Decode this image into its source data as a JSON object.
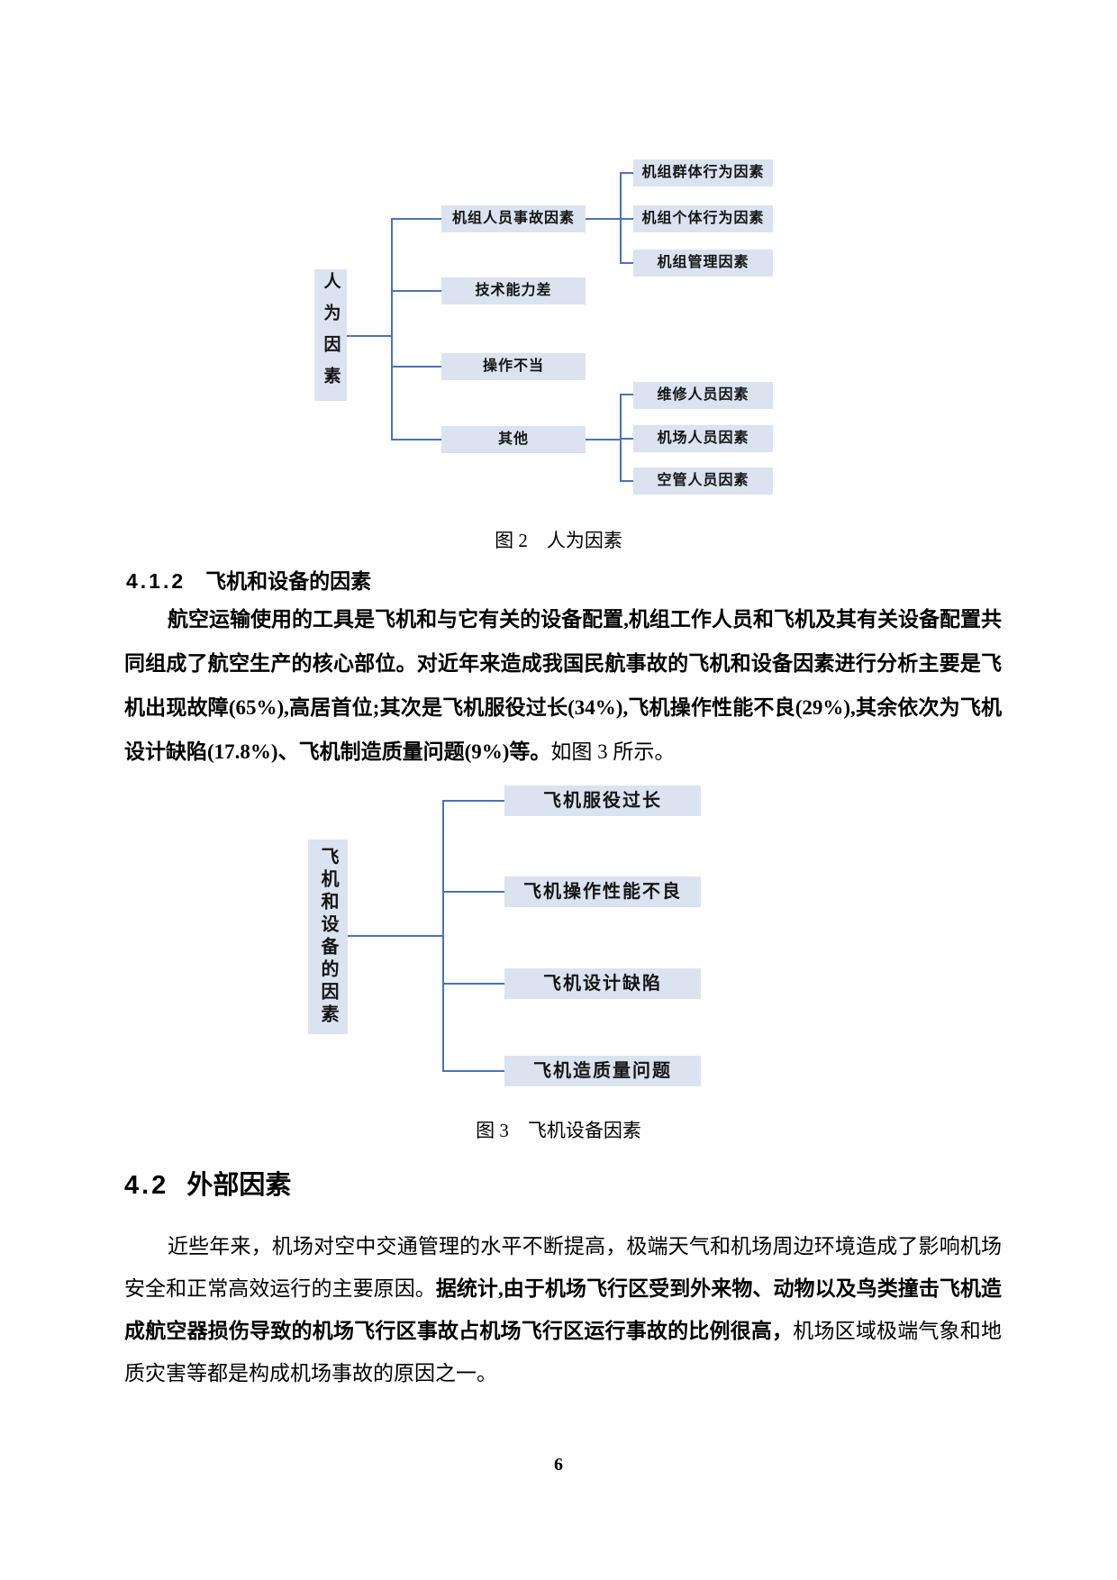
{
  "document": {
    "page_number": "6"
  },
  "figure2": {
    "root": "人为因素",
    "branches": [
      {
        "label": "机组人员事故因素",
        "children": [
          "机组群体行为因素",
          "机组个体行为因素",
          "机组管理因素"
        ]
      },
      {
        "label": "技术能力差",
        "children": []
      },
      {
        "label": "操作不当",
        "children": []
      },
      {
        "label": "其他",
        "children": [
          "维修人员因素",
          "机场人员因素",
          "空管人员因素"
        ]
      }
    ],
    "caption": "图 2　人为因素"
  },
  "section_4_1_2": {
    "number": "4.1.2",
    "title": "飞机和设备的因素"
  },
  "paragraph1": {
    "main": "航空运输使用的工具是飞机和与它有关的设备配置,机组工作人员和飞机及其有关设备配置共同组成了航空生产的核心部位。对近年来造成我国民航事故的飞机和设备因素进行分析主要是飞机出现故障(65%),高居首位;其次是飞机服役过长(34%),飞机操作性能不良(29%),其余依次为飞机设计缺陷(17.8%)、飞机制造质量问题(9%)等。",
    "tail": "如图 3 所示。"
  },
  "figure3": {
    "root": "飞机和设备的因素",
    "leaves": [
      "飞机服役过长",
      "飞机操作性能不良",
      "飞机设计缺陷",
      "飞机造质量问题"
    ],
    "caption": "图 3　飞机设备因素"
  },
  "section_4_2": {
    "number": "4.2",
    "title": "外部因素"
  },
  "paragraph2": {
    "lead": "近些年来，机场对空中交通管理的水平不断提高，极端天气和机场周边环境造成了影响机场安全和正常高效运行的主要原因。",
    "emphasis": "据统计,由于机场飞行区受到外来物、动物以及鸟类撞击飞机造成航空器损伤导致的机场飞行区事故占机场飞行区运行事故的比例很高，",
    "tail": "机场区域极端气象和地质灾害等都是构成机场事故的原因之一。"
  },
  "colors": {
    "node_fill": "#dbe3f1",
    "connector": "#4a72bc"
  }
}
